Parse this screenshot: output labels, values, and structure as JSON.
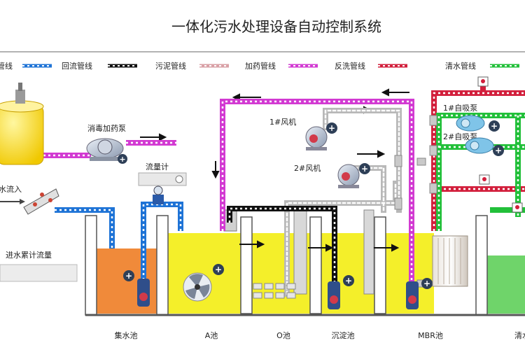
{
  "title": "一体化污水处理设备自动控制系统",
  "legend": [
    {
      "label": "管线",
      "type": "inflow"
    },
    {
      "label": "回流管线",
      "type": "return"
    },
    {
      "label": "污泥管线",
      "type": "sludge"
    },
    {
      "label": "加药管线",
      "type": "dosing"
    },
    {
      "label": "反洗管线",
      "type": "backwash"
    },
    {
      "label": "清水管线",
      "type": "clean"
    }
  ],
  "equipment": {
    "dosing_pump": "消毒加药泵",
    "flowmeter": "流量计",
    "inflow": "水流入",
    "cumulative_flow": "进水累计流量",
    "blower1": "1#风机",
    "blower2": "2#风机",
    "suction1": "1#自吸泵",
    "suction2": "2#自吸泵"
  },
  "tanks": [
    "集水池",
    "A池",
    "O池",
    "沉淀池",
    "MBR池",
    "清水"
  ],
  "colors": {
    "inflow": "#1e73d6",
    "return": "#111111",
    "sludge": "#d9a0a6",
    "dosing": "#d23ad2",
    "backwash": "#d21f3c",
    "clean": "#22c03a",
    "aeration": "#b8b8b8",
    "yellow_water": "#f4ef2a",
    "orange_water": "#f08a3a",
    "green_water": "#6fd46a"
  }
}
